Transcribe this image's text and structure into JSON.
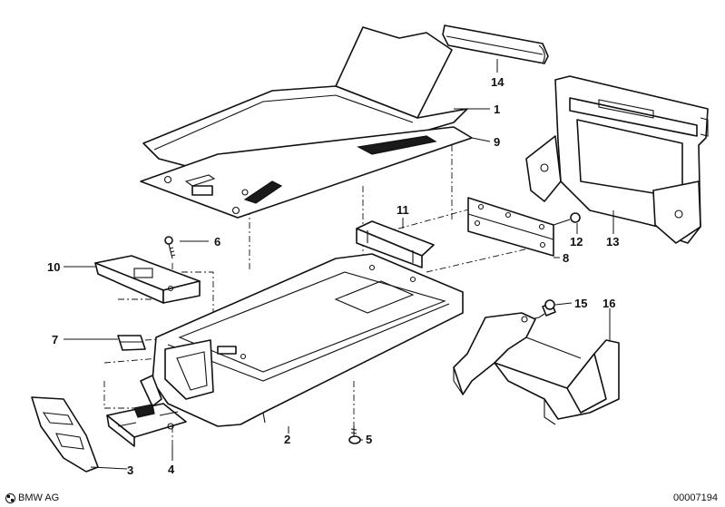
{
  "diagram": {
    "callouts": {
      "c1": "1",
      "c2": "2",
      "c3": "3",
      "c4": "4",
      "c5": "5",
      "c6": "6",
      "c7": "7",
      "c8": "8",
      "c9": "9",
      "c10": "10",
      "c11": "11",
      "c12": "12",
      "c13": "13",
      "c14": "14",
      "c15": "15",
      "c16": "16"
    }
  },
  "footer": {
    "brand": "BMW AG",
    "doc_number": "00007194",
    "logo_icon": "bmw-roundel-icon"
  }
}
